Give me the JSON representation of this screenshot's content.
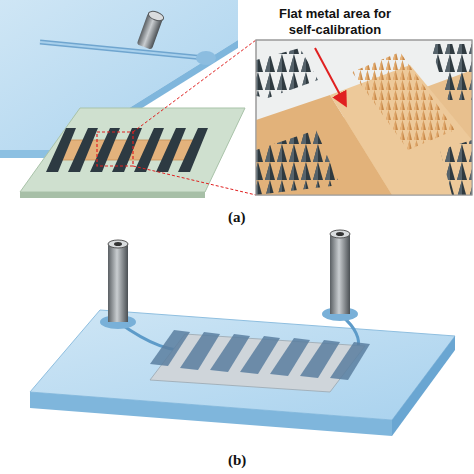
{
  "diagram": {
    "labels": [
      "Flat metal area for self-calibration",
      "(a)",
      "(b)"
    ]
  }
}
